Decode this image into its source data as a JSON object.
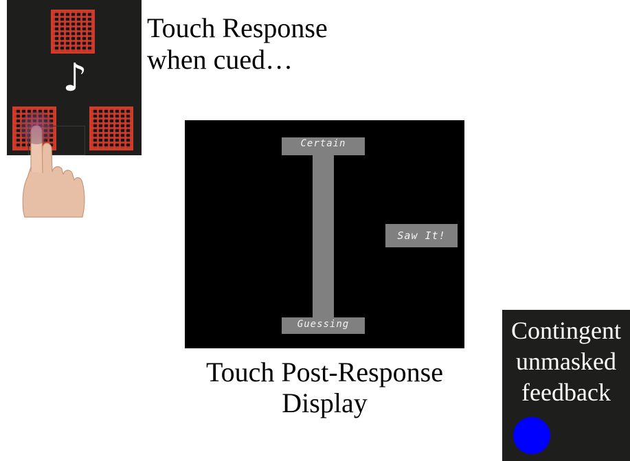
{
  "cue_panel": {
    "caption_line1": "Touch Response",
    "caption_line2": "when cued…",
    "note_glyph": "♪",
    "icons": [
      "music-note-icon",
      "pointing-hand-icon"
    ],
    "mask_color": "#d23a2a"
  },
  "post_response": {
    "top_label": "Certain",
    "bottom_label": "Guessing",
    "button_label": "Saw It!",
    "caption_line1": "Touch Post-Response",
    "caption_line2": "Display",
    "bar_color": "#808080"
  },
  "feedback": {
    "caption_line1": "Contingent",
    "caption_line2": "unmasked",
    "caption_line3": "feedback",
    "dot_color": "#0000ff"
  }
}
